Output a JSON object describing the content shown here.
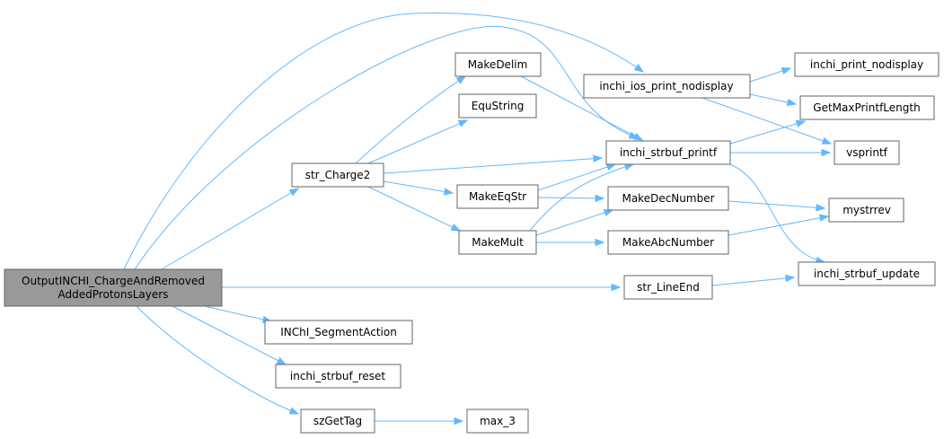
{
  "graph": {
    "root": {
      "line1": "OutputINCHI_ChargeAndRemoved",
      "line2": "AddedProtonsLayers"
    },
    "nodes": {
      "str_charge2": "str_Charge2",
      "makedelim": "MakeDelim",
      "equstring": "EquString",
      "makeeqstr": "MakeEqStr",
      "makemult": "MakeMult",
      "inchi_ios_print_nodisplay": "inchi_ios_print_nodisplay",
      "inchi_strbuf_printf": "inchi_strbuf_printf",
      "makedecnumber": "MakeDecNumber",
      "makeabcnumber": "MakeAbcNumber",
      "inchi_print_nodisplay": "inchi_print_nodisplay",
      "getmaxprintflength": "GetMaxPrintfLength",
      "vsprintf": "vsprintf",
      "mystrrev": "mystrrev",
      "inchi_strbuf_update": "inchi_strbuf_update",
      "str_lineend": "str_LineEnd",
      "inchi_segmentaction": "INChI_SegmentAction",
      "inchi_strbuf_reset": "inchi_strbuf_reset",
      "szgettag": "szGetTag",
      "max_3": "max_3"
    },
    "edges": [
      [
        "root",
        "str_charge2"
      ],
      [
        "root",
        "inchi_ios_print_nodisplay"
      ],
      [
        "root",
        "inchi_strbuf_printf"
      ],
      [
        "root",
        "str_lineend"
      ],
      [
        "root",
        "inchi_segmentaction"
      ],
      [
        "root",
        "inchi_strbuf_reset"
      ],
      [
        "root",
        "szgettag"
      ],
      [
        "str_charge2",
        "makedelim"
      ],
      [
        "str_charge2",
        "equstring"
      ],
      [
        "str_charge2",
        "inchi_strbuf_printf"
      ],
      [
        "str_charge2",
        "makeeqstr"
      ],
      [
        "str_charge2",
        "makemult"
      ],
      [
        "makedelim",
        "inchi_strbuf_printf"
      ],
      [
        "makeeqstr",
        "inchi_strbuf_printf"
      ],
      [
        "makeeqstr",
        "makedecnumber"
      ],
      [
        "makemult",
        "inchi_strbuf_printf"
      ],
      [
        "makemult",
        "makedecnumber"
      ],
      [
        "makemult",
        "makeabcnumber"
      ],
      [
        "inchi_ios_print_nodisplay",
        "inchi_print_nodisplay"
      ],
      [
        "inchi_ios_print_nodisplay",
        "getmaxprintflength"
      ],
      [
        "inchi_ios_print_nodisplay",
        "vsprintf"
      ],
      [
        "inchi_strbuf_printf",
        "getmaxprintflength"
      ],
      [
        "inchi_strbuf_printf",
        "vsprintf"
      ],
      [
        "inchi_strbuf_printf",
        "inchi_strbuf_update"
      ],
      [
        "makedecnumber",
        "mystrrev"
      ],
      [
        "makeabcnumber",
        "mystrrev"
      ],
      [
        "str_lineend",
        "inchi_strbuf_update"
      ],
      [
        "szgettag",
        "max_3"
      ]
    ],
    "colors": {
      "edge": "#63b8ff",
      "node_border": "#666666",
      "root_fill": "#999999",
      "node_fill": "#ffffff"
    }
  }
}
